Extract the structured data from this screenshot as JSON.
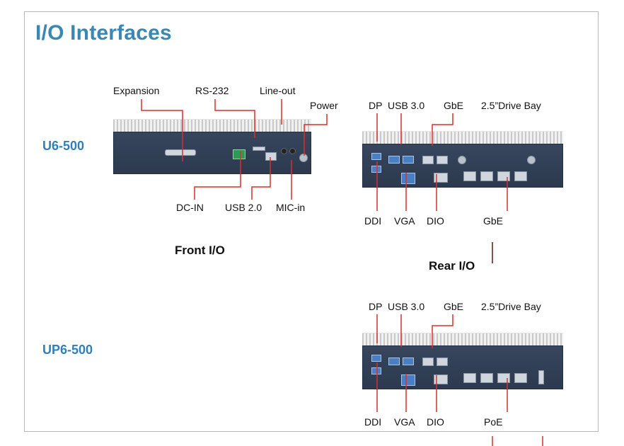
{
  "page": {
    "title": "I/O Interfaces"
  },
  "models": {
    "u6": "U6-500",
    "up6": "UP6-500"
  },
  "front": {
    "section": "Front I/O",
    "labels": {
      "expansion": "Expansion",
      "rs232": "RS-232",
      "lineout": "Line-out",
      "power": "Power",
      "dcin": "DC-IN",
      "usb20": "USB 2.0",
      "micin": "MIC-in"
    }
  },
  "rear": {
    "section": "Rear I/O",
    "labels": {
      "dp": "DP",
      "usb30": "USB 3.0",
      "gbe_top": "GbE",
      "drivebay": "2.5”Drive Bay",
      "ddi": "DDI",
      "vga": "VGA",
      "dio": "DIO",
      "gbe_bottom": "GbE"
    }
  },
  "rear2": {
    "labels": {
      "dp": "DP",
      "usb30": "USB 3.0",
      "gbe_top": "GbE",
      "drivebay": "2.5”Drive Bay",
      "ddi": "DDI",
      "vga": "VGA",
      "dio": "DIO",
      "poe": "PoE"
    }
  },
  "colors": {
    "title": "#3b87b4",
    "leader": "#d9302c",
    "chassis": "#33425a"
  }
}
